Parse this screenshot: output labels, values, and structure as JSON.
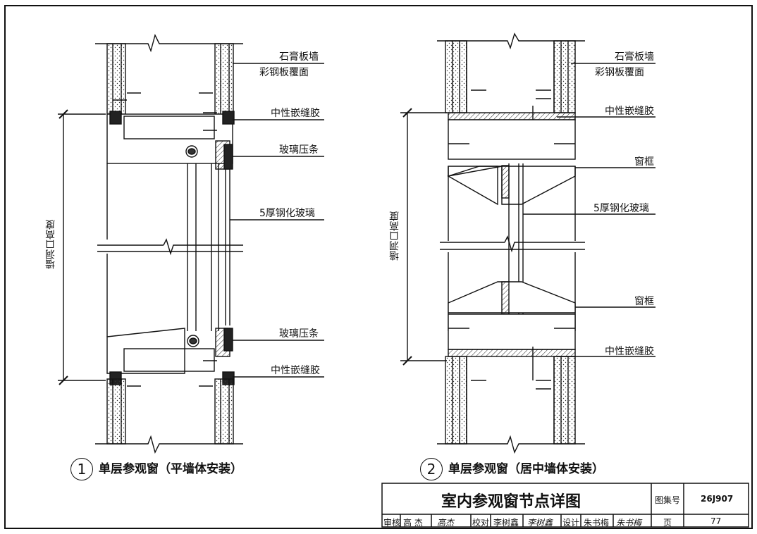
{
  "detail1": {
    "number": "1",
    "caption": "单层参观窗（平墙体安装）",
    "dimension_label": "墙洞口高度",
    "labels": {
      "gypsum_wall": "石膏板墙",
      "steel_cover": "彩钢板覆面",
      "sealant_top": "中性嵌缝胶",
      "bead_top": "玻璃压条",
      "glass": "5厚钢化玻璃",
      "bead_bottom": "玻璃压条",
      "sealant_bottom": "中性嵌缝胶"
    }
  },
  "detail2": {
    "number": "2",
    "caption": "单层参观窗（居中墙体安装）",
    "dimension_label": "墙洞口高度",
    "labels": {
      "gypsum_wall": "石膏板墙",
      "steel_cover": "彩钢板覆面",
      "sealant_top": "中性嵌缝胶",
      "frame_top": "窗框",
      "glass": "5厚钢化玻璃",
      "frame_bottom": "窗框",
      "sealant_bottom": "中性嵌缝胶"
    }
  },
  "title_block": {
    "title": "室内参观窗节点详图",
    "atlas_label": "图集号",
    "atlas_number": "26J907",
    "page_label": "页",
    "page_number": "77",
    "review_label": "审核",
    "reviewer": "高 杰",
    "reviewer_sig": "高杰",
    "check_label": "校对",
    "checker": "李树鑫",
    "checker_sig": "李树鑫",
    "design_label": "设计",
    "designer": "朱书梅",
    "designer_sig": "朱书梅"
  }
}
